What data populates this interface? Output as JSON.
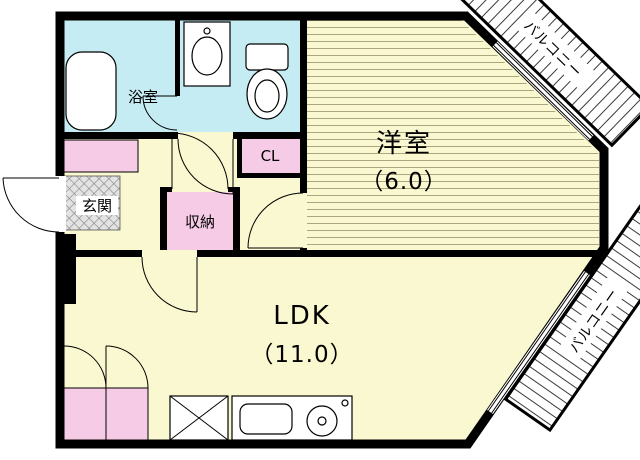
{
  "floor_plan": {
    "rooms": {
      "bathroom": {
        "label": "浴室"
      },
      "entrance": {
        "label": "玄関"
      },
      "closet_cl": {
        "label": "CL"
      },
      "storage": {
        "label": "収納"
      },
      "western_room": {
        "label": "洋室",
        "size": "（6.0）",
        "tatami": 6.0
      },
      "ldk": {
        "label": "LDK",
        "size": "（11.0）",
        "tatami": 11.0
      },
      "balcony_upper": {
        "label": "バルコニー"
      },
      "balcony_lower": {
        "label": "バルコニー"
      }
    },
    "colors": {
      "floor_yellow": "#FAF8D0",
      "wet_area_cyan": "#C4ECF2",
      "fixture_pink": "#F6CBE5",
      "wall_black": "#000000",
      "hatch_gray": "#BFBFBF",
      "background": "#FFFFFF"
    }
  }
}
